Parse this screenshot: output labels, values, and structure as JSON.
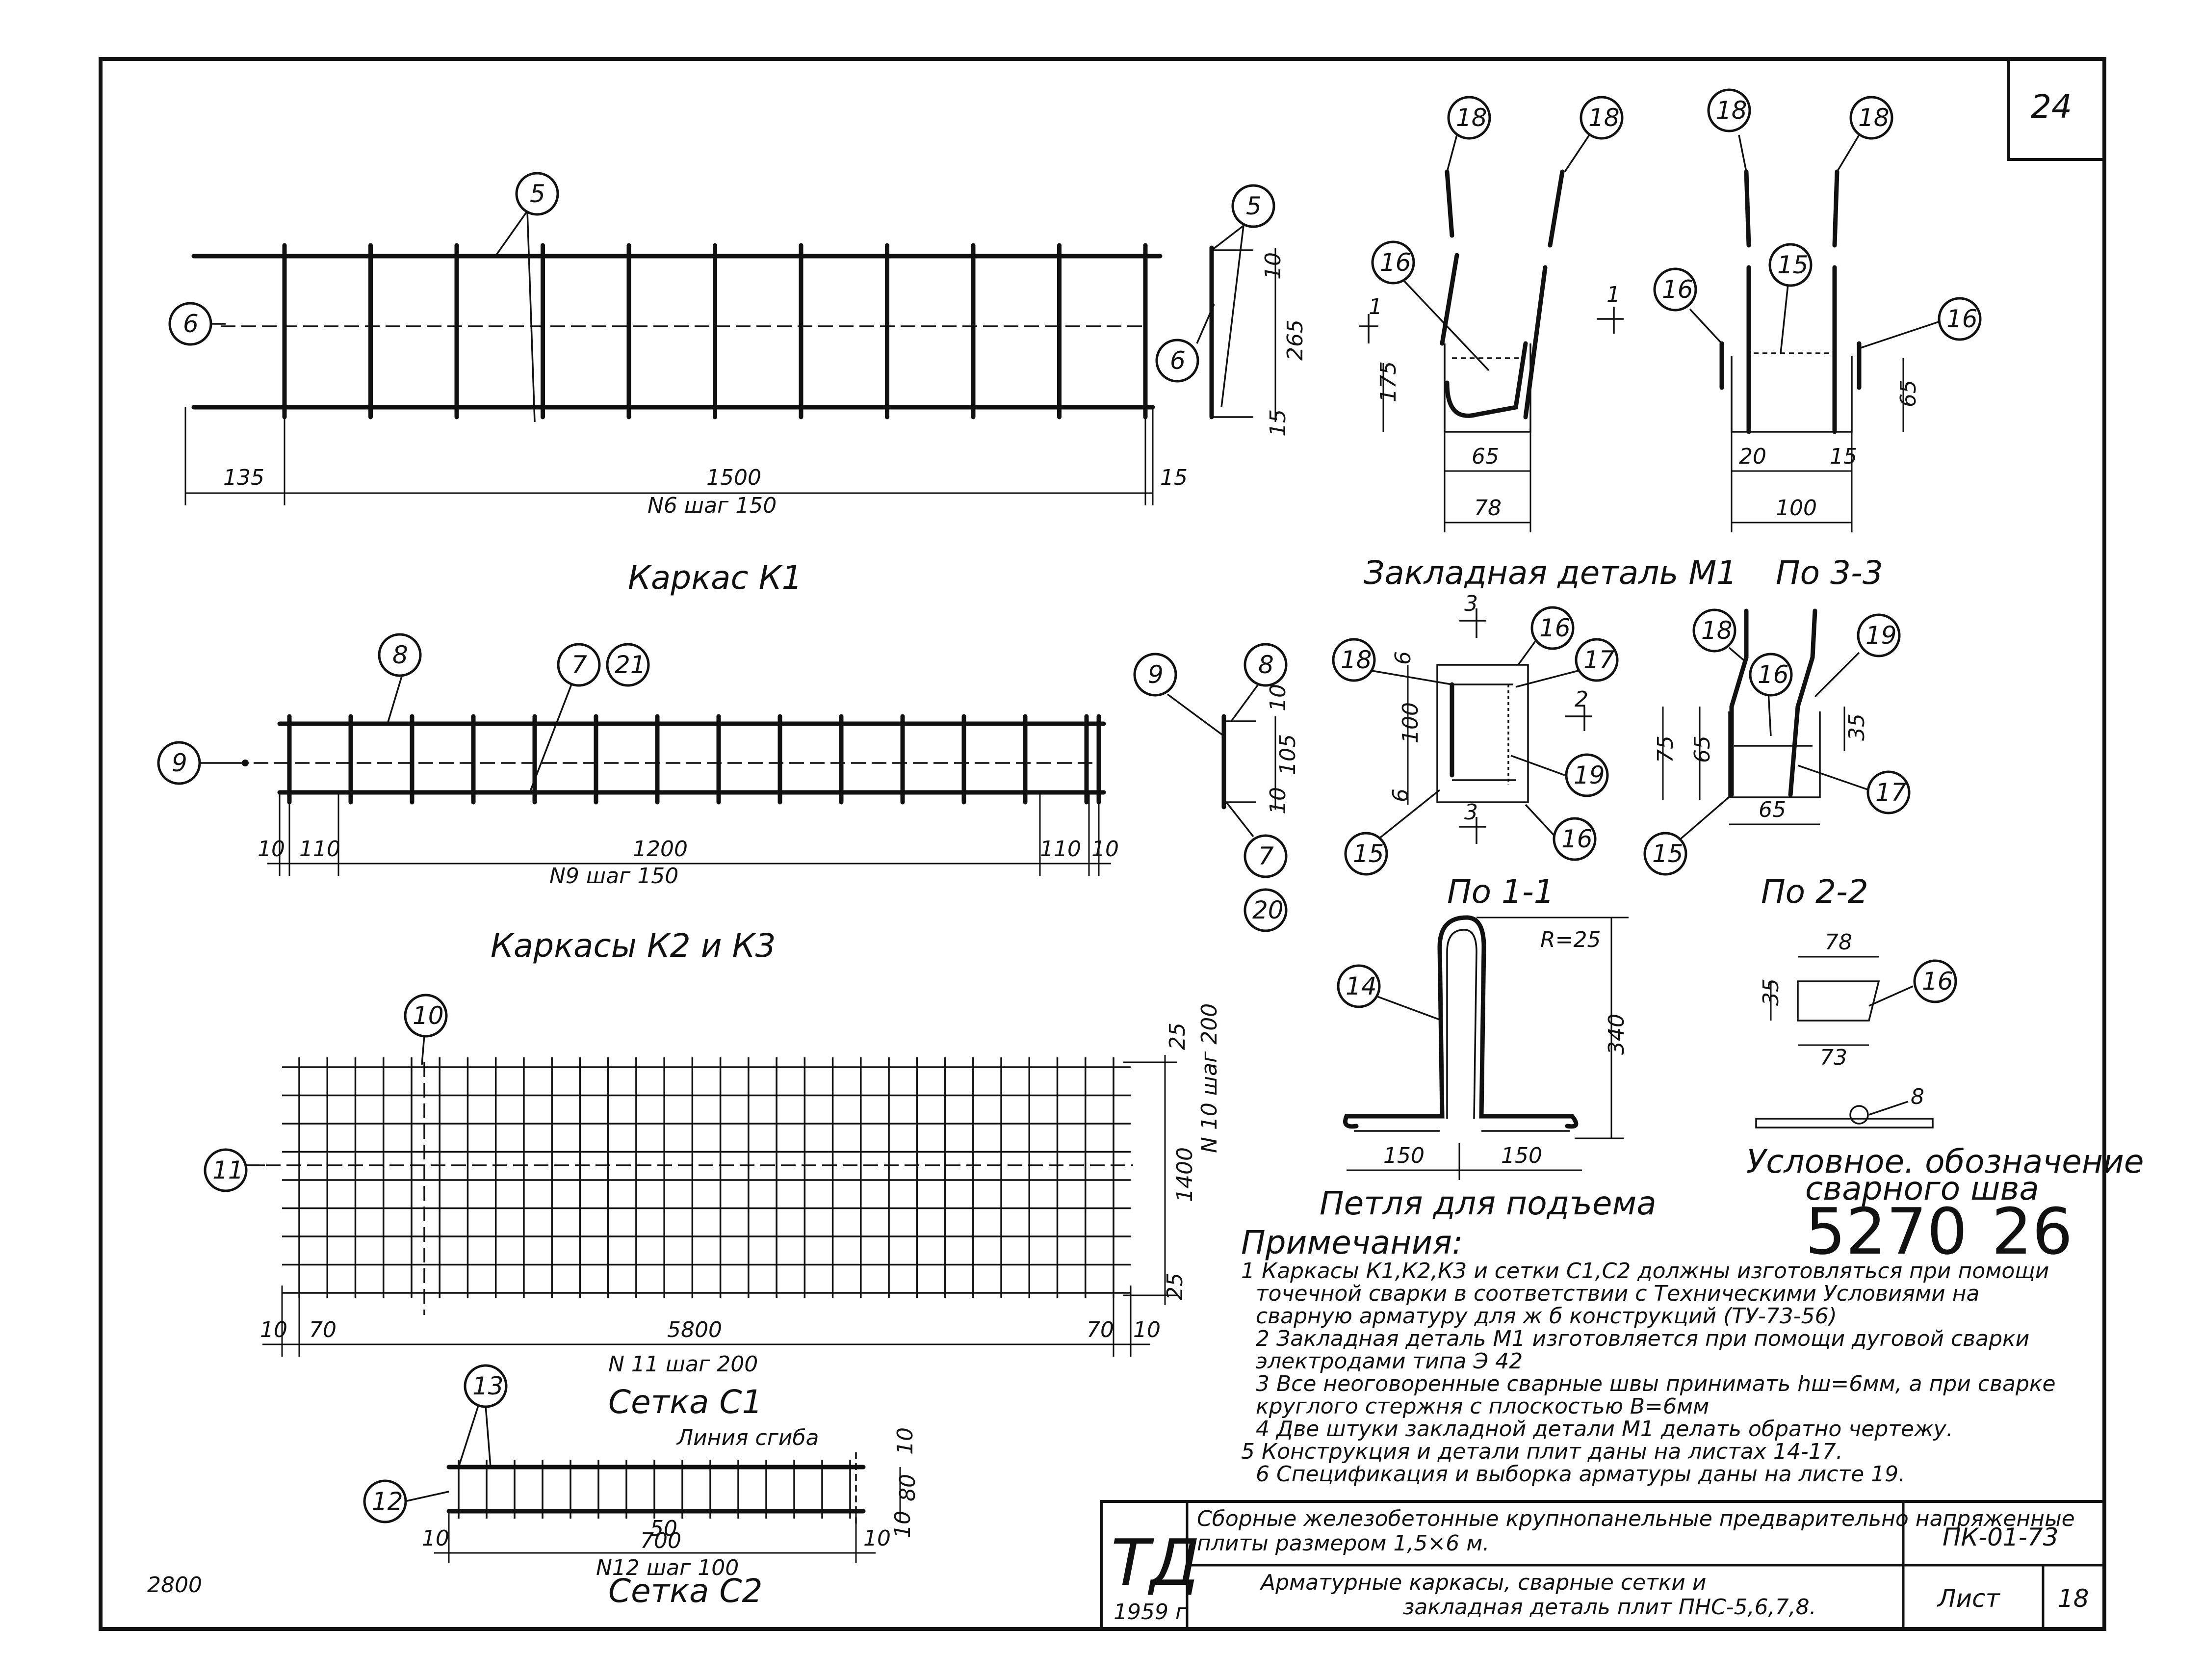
{
  "sheet": {
    "page_number": "24",
    "stamp_number": "5270",
    "stamp_page": "26",
    "archive_mark": "2800"
  },
  "k1": {
    "title": "Каркас К1",
    "dims": {
      "left": "135",
      "mid": "1500",
      "right": "15",
      "step": "N6 шаг 150"
    },
    "section_dims": {
      "top": "10",
      "mid": "265",
      "bottom": "15"
    },
    "marks": {
      "a": "5",
      "b": "6",
      "c": "5",
      "d": "6"
    }
  },
  "m1": {
    "title": "Закладная деталь М1",
    "dims": {
      "height": "175",
      "inner": "65",
      "outer": "78"
    },
    "section_marker": "1",
    "marks": {
      "a": "18",
      "b": "18",
      "c": "16"
    }
  },
  "s33": {
    "title": "По 3-3",
    "dims": {
      "h": "65",
      "l": "20",
      "r": "15",
      "w": "100"
    },
    "marks": {
      "a": "18",
      "b": "18",
      "c": "15",
      "d": "16",
      "e": "16"
    }
  },
  "k2": {
    "title": "Каркасы К2 и К3",
    "dims": {
      "d1": "10",
      "d2": "110",
      "mid": "1200",
      "d3": "110",
      "d4": "10",
      "step": "N9 шаг 150"
    },
    "section_dims": {
      "top": "10",
      "mid": "105",
      "bottom": "10"
    },
    "marks": {
      "a": "8",
      "b": "7",
      "c": "21",
      "d": "9",
      "e": "9",
      "f": "8",
      "g": "7",
      "h": "20"
    }
  },
  "s11": {
    "title": "По 1-1",
    "dims": {
      "t": "6",
      "h": "100",
      "b": "6"
    },
    "marker": "3",
    "section_marker": "2",
    "marks": {
      "a": "18",
      "b": "16",
      "c": "17",
      "d": "19",
      "e": "15",
      "f": "16"
    }
  },
  "s22": {
    "title": "По 2-2",
    "dims": {
      "h1": "75",
      "h2": "65",
      "h3": "35",
      "w": "65"
    },
    "marks": {
      "a": "18",
      "b": "16",
      "c": "19",
      "d": "17",
      "e": "15"
    }
  },
  "c1": {
    "title": "Сетка С1",
    "dims": {
      "d1": "10",
      "d2": "70",
      "mid": "5800",
      "d3": "70",
      "d4": "10",
      "step": "N 11 шаг 200",
      "top": "25",
      "height": "1400",
      "vstep": "N 10 шаг 200",
      "bottom": "25"
    },
    "marks": {
      "a": "10",
      "b": "11"
    }
  },
  "loop": {
    "title": "Петля для подъема",
    "dims": {
      "radius": "R=25",
      "height": "340",
      "left": "150",
      "right": "150"
    },
    "mark": "14"
  },
  "plate": {
    "dims": {
      "top": "78",
      "h": "35",
      "bottom": "73"
    },
    "mark": "16"
  },
  "weld": {
    "title_1": "Условное. обозначение",
    "title_2": "сварного шва",
    "size": "8"
  },
  "c2": {
    "title": "Сетка С2",
    "bend": "Линия сгиба",
    "dims": {
      "top": "10",
      "h": "80",
      "bot": "10",
      "left": "10",
      "step1": "50",
      "step2": "700",
      "right": "10",
      "step": "N12 шаг 100"
    },
    "marks": {
      "a": "13",
      "b": "12"
    }
  },
  "notes": {
    "heading": "Примечания:",
    "lines": [
      "1 Каркасы К1,К2,К3 и сетки С1,С2 должны изготовляться при помощи",
      "точечной сварки в соответствии с Техническими Условиями на",
      "сварную арматуру для ж б конструкций (ТУ-73-56)",
      "2 Закладная деталь М1 изготовляется при помощи дуговой сварки",
      "электродами типа Э 42",
      "3 Все неоговоренные сварные швы принимать hш=6мм, а при сварке",
      "круглого стержня с плоскостью В=6мм",
      "4 Две штуки закладной детали М1 делать обратно чертежу.",
      "5 Конструкция и детали плит даны на листах 14-17.",
      "6 Спецификация и выборка арматуры даны на листе 19."
    ]
  },
  "title_block": {
    "logo": "ТД",
    "year": "1959 г",
    "line1": "Сборные железобетонные крупнопанельные предварительно напряженные",
    "line2": "плиты размером 1,5×6 м.",
    "line3": "Арматурные каркасы, сварные сетки и",
    "line4": "закладная деталь плит ПНС-5,6,7,8.",
    "code": "ПК-01-73",
    "sheet_label": "Лист",
    "sheet_no": "18"
  }
}
